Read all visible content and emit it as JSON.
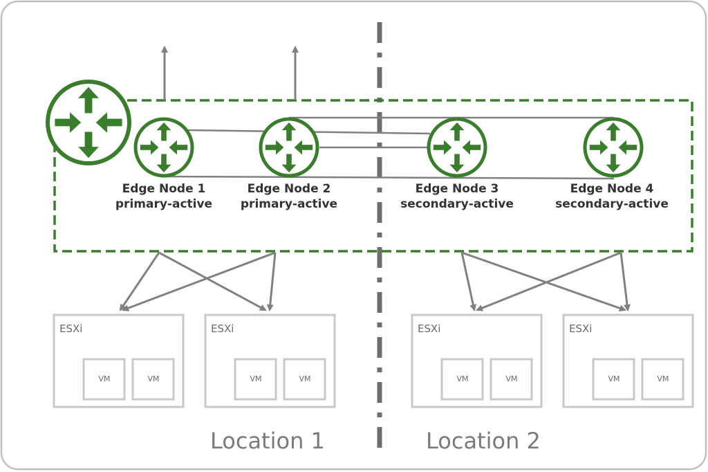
{
  "edge_nodes": [
    {
      "name": "Edge Node 1",
      "role": "primary-active"
    },
    {
      "name": "Edge Node 2",
      "role": "primary-active"
    },
    {
      "name": "Edge Node 3",
      "role": "secondary-active"
    },
    {
      "name": "Edge Node 4",
      "role": "secondary-active"
    }
  ],
  "hosts": [
    {
      "label": "ESXi",
      "vms": [
        "VM",
        "VM"
      ]
    },
    {
      "label": "ESXi",
      "vms": [
        "VM",
        "VM"
      ]
    },
    {
      "label": "ESXi",
      "vms": [
        "VM",
        "VM"
      ]
    },
    {
      "label": "ESXi",
      "vms": [
        "VM",
        "VM"
      ]
    }
  ],
  "locations": [
    "Location 1",
    "Location 2"
  ],
  "colors": {
    "router_green": "#3a7d2c",
    "dashed_border": "#3a7d2c",
    "line_gray": "#808080",
    "box_gray": "#c8c8c8"
  },
  "icons": [
    "router-icon"
  ]
}
